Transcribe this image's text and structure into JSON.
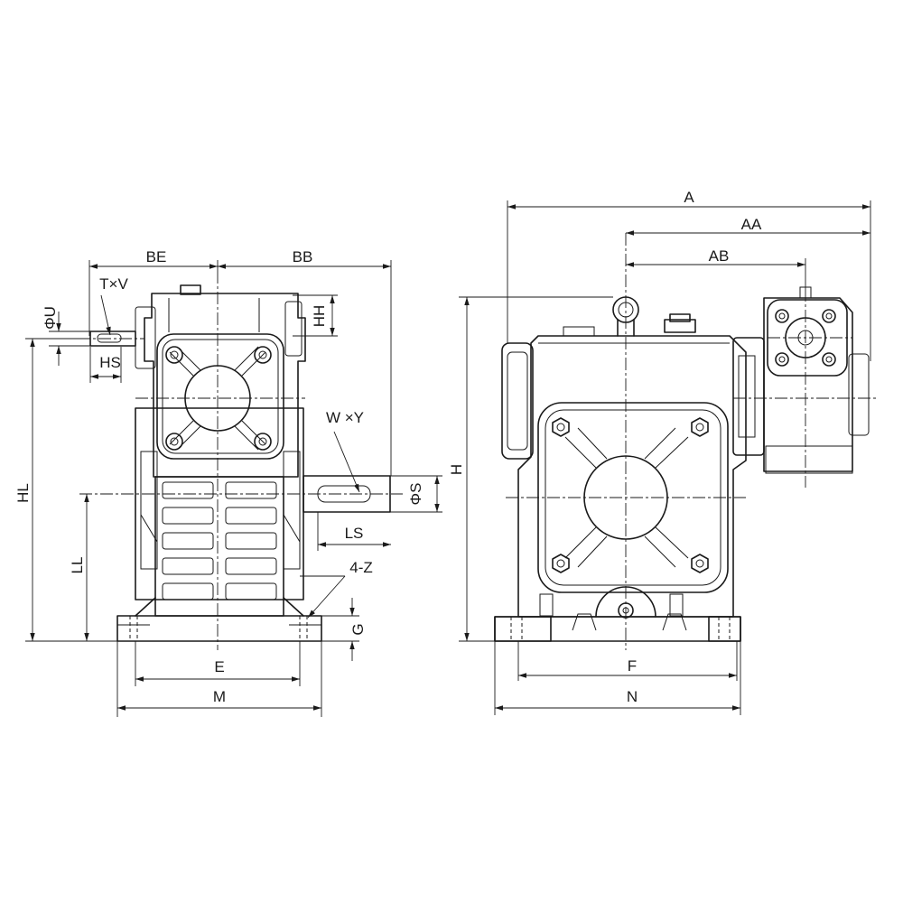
{
  "dimensions": {
    "A": "A",
    "AA": "AA",
    "AB": "AB",
    "BE": "BE",
    "BB": "BB",
    "TV": "T×V",
    "U": "ΦU",
    "HH": "HH",
    "HS": "HS",
    "HL": "HL",
    "LL": "LL",
    "WY": "W ×Y",
    "S": "ΦS",
    "LS": "LS",
    "Z": "4-Z",
    "G": "G",
    "E": "E",
    "M": "M",
    "H": "H",
    "F": "F",
    "N": "N"
  }
}
